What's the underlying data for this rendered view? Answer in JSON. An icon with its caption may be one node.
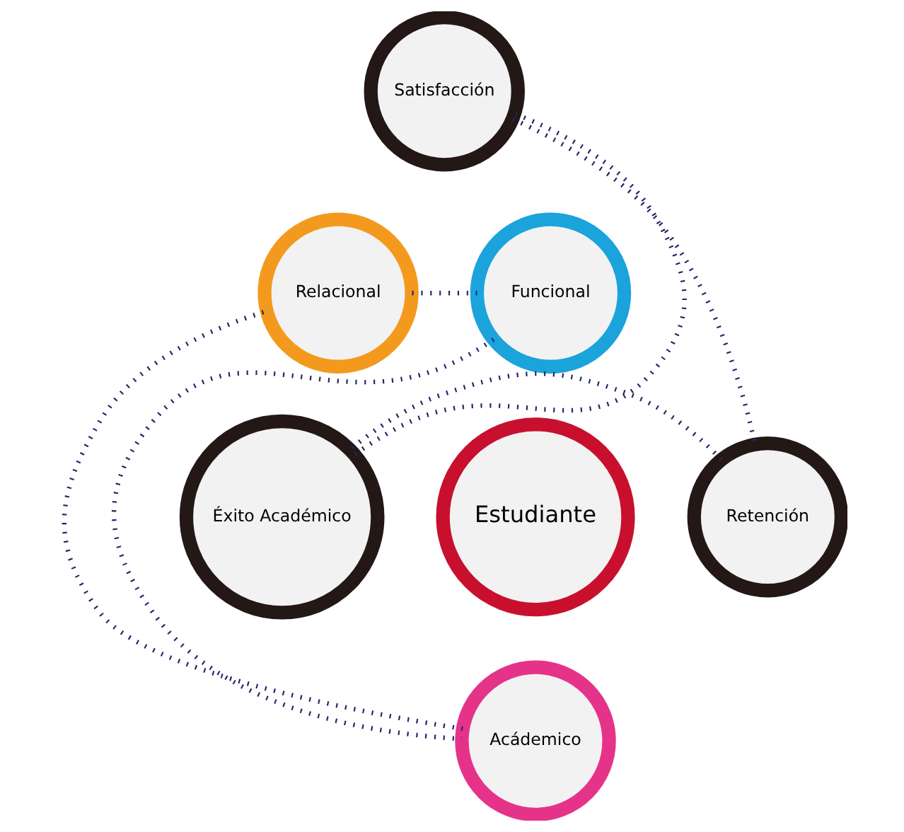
{
  "diagram": {
    "nodes": [
      {
        "text": [
          "Satisfacción"
        ]
      },
      {
        "text": [
          "Relacional"
        ]
      },
      {
        "text": [
          "Funcional"
        ]
      },
      {
        "text": [
          "Estudiante"
        ]
      },
      {
        "text": [
          "Éxito Académico"
        ]
      },
      {
        "text": [
          "Retención"
        ]
      },
      {
        "text": [
          "Acádemico"
        ]
      }
    ],
    "edges": [
      {
        "from": 0,
        "to": 5,
        "arrow": "none",
        "style": "dashed"
      },
      {
        "from": 5,
        "to": 4,
        "arrow": "none",
        "style": "dashed"
      },
      {
        "from": 4,
        "to": 0,
        "arrow": "none",
        "style": "dashed"
      },
      {
        "from": 1,
        "to": 2,
        "arrow": "none",
        "style": "dashed"
      },
      {
        "from": 2,
        "to": 6,
        "arrow": "none",
        "style": "dashed"
      },
      {
        "from": 6,
        "to": 1,
        "arrow": "none",
        "style": "dashed"
      }
    ]
  }
}
